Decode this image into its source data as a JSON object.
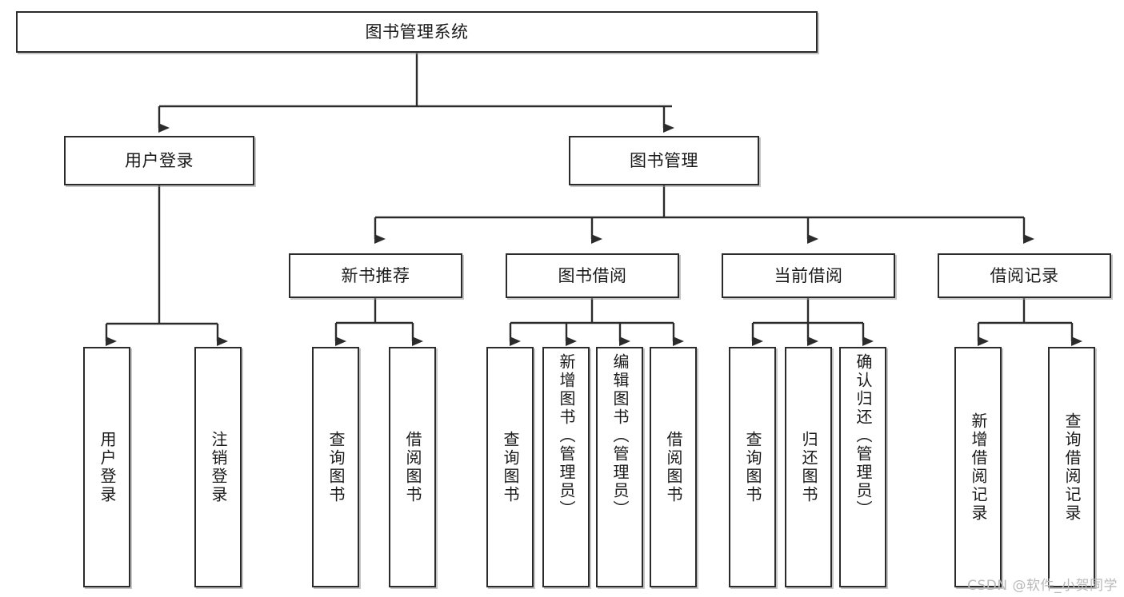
{
  "diagram": {
    "type": "tree",
    "title": "图书管理系统",
    "watermark": "CSDN @软件_小贺同学",
    "colors": {
      "box_border": "#2b2b2b",
      "box_fill": "#ffffff",
      "line": "#2b2b2b",
      "text": "#1a1a1a",
      "watermark": "#b9b9b9"
    },
    "nodes": {
      "root": {
        "label": "图书管理系统"
      },
      "level1": [
        {
          "id": "user-login",
          "label": "用户登录"
        },
        {
          "id": "book-manage",
          "label": "图书管理"
        }
      ],
      "level2": [
        {
          "id": "new-book-recommend",
          "label": "新书推荐"
        },
        {
          "id": "book-borrow",
          "label": "图书借阅"
        },
        {
          "id": "current-borrow",
          "label": "当前借阅"
        },
        {
          "id": "borrow-record",
          "label": "借阅记录"
        }
      ],
      "leaves": {
        "user-login": [
          {
            "id": "leaf-user-login",
            "label": "用户登录"
          },
          {
            "id": "leaf-logout",
            "label": "注销登录"
          }
        ],
        "new-book-recommend": [
          {
            "id": "leaf-query-book-1",
            "label": "查询图书"
          },
          {
            "id": "leaf-borrow-book-1",
            "label": "借阅图书"
          }
        ],
        "book-borrow": [
          {
            "id": "leaf-query-book-2",
            "label": "查询图书"
          },
          {
            "id": "leaf-add-book",
            "label": "新增图书（管理员）"
          },
          {
            "id": "leaf-edit-book",
            "label": "编辑图书（管理员）"
          },
          {
            "id": "leaf-borrow-book-2",
            "label": "借阅图书"
          }
        ],
        "current-borrow": [
          {
            "id": "leaf-query-book-3",
            "label": "查询图书"
          },
          {
            "id": "leaf-return-book",
            "label": "归还图书"
          },
          {
            "id": "leaf-confirm-return",
            "label": "确认归还（管理员）"
          }
        ],
        "borrow-record": [
          {
            "id": "leaf-add-record",
            "label": "新增借阅记录"
          },
          {
            "id": "leaf-query-record",
            "label": "查询借阅记录"
          }
        ]
      }
    }
  }
}
